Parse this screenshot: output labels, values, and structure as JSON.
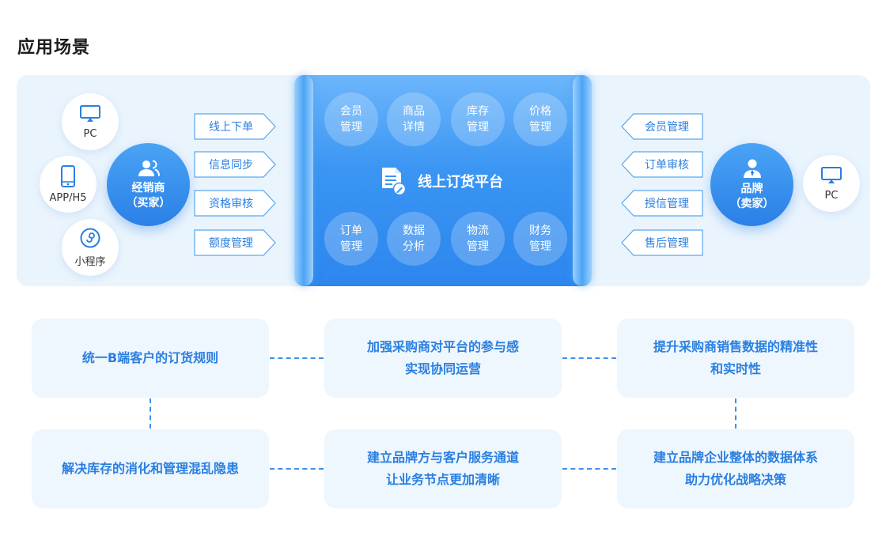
{
  "title": "应用场景",
  "buyer": {
    "name": "经销商",
    "sub": "（买家）"
  },
  "seller": {
    "name": "品牌",
    "sub": "（卖家）"
  },
  "buyer_devices": [
    "PC",
    "APP/H5",
    "小程序"
  ],
  "seller_devices": [
    "PC"
  ],
  "buyer_tags": [
    "线上下单",
    "信息同步",
    "资格审核",
    "额度管理"
  ],
  "seller_tags": [
    "会员管理",
    "订单审核",
    "授信管理",
    "售后管理"
  ],
  "platform": {
    "title": "线上订货平台",
    "top_modules": [
      [
        "会员",
        "管理"
      ],
      [
        "商品",
        "详情"
      ],
      [
        "库存",
        "管理"
      ],
      [
        "价格",
        "管理"
      ]
    ],
    "bottom_modules": [
      [
        "订单",
        "管理"
      ],
      [
        "数据",
        "分析"
      ],
      [
        "物流",
        "管理"
      ],
      [
        "财务",
        "管理"
      ]
    ]
  },
  "benefits": [
    [
      "统一B端客户的订货规则"
    ],
    [
      "加强采购商对平台的参与感",
      "实现协同运营"
    ],
    [
      "提升采购商销售数据的精准性",
      "和实时性"
    ],
    [
      "解决库存的消化和管理混乱隐患"
    ],
    [
      "建立品牌方与客户服务通道",
      "让业务节点更加清晰"
    ],
    [
      "建立品牌企业整体的数据体系",
      "助力优化战略决策"
    ]
  ],
  "colors": {
    "accent": "#2a7fe0",
    "panel_bg": "#eaf4fd",
    "card_bg": "#eef6fe"
  }
}
